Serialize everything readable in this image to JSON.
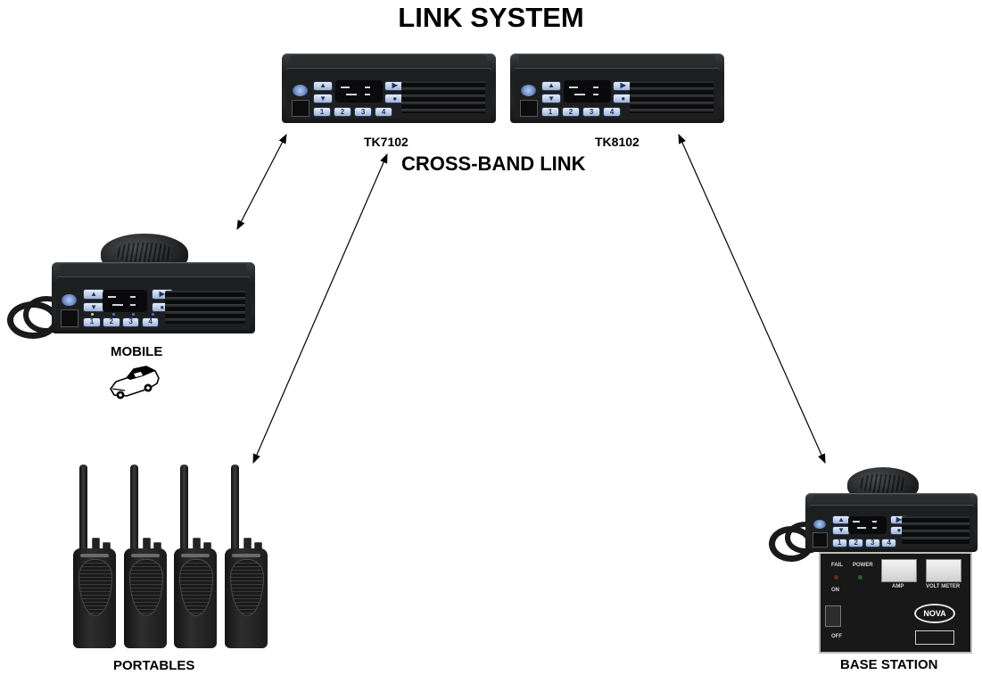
{
  "title": "LINK SYSTEM",
  "subtitle": "CROSS-BAND LINK",
  "repeaters": [
    {
      "model": "TK7102",
      "icon": "mobile-radio-icon"
    },
    {
      "model": "TK8102",
      "icon": "mobile-radio-icon"
    }
  ],
  "nodes": {
    "mobile": {
      "label": "MOBILE",
      "icon": "mobile-radio-icon",
      "extra_icon": "car-icon"
    },
    "portables": {
      "label": "PORTABLES",
      "count": 4,
      "icon": "handheld-radio-icon"
    },
    "base_station": {
      "label": "BASE STATION",
      "icon": "mobile-radio-icon",
      "power_supply": {
        "fail_label": "FAIL",
        "power_label": "POWER",
        "on_label": "ON",
        "off_label": "OFF",
        "amp_label": "AMP",
        "volt_label": "VOLT METER",
        "brand": "NOVA"
      }
    }
  },
  "radio_keys": [
    "1",
    "2",
    "3",
    "4"
  ],
  "links": [
    {
      "from": "TK7102",
      "to": "mobile",
      "direction": "bidirectional"
    },
    {
      "from": "TK7102",
      "to": "portables",
      "direction": "bidirectional"
    },
    {
      "from": "TK8102",
      "to": "base_station",
      "direction": "bidirectional"
    }
  ]
}
